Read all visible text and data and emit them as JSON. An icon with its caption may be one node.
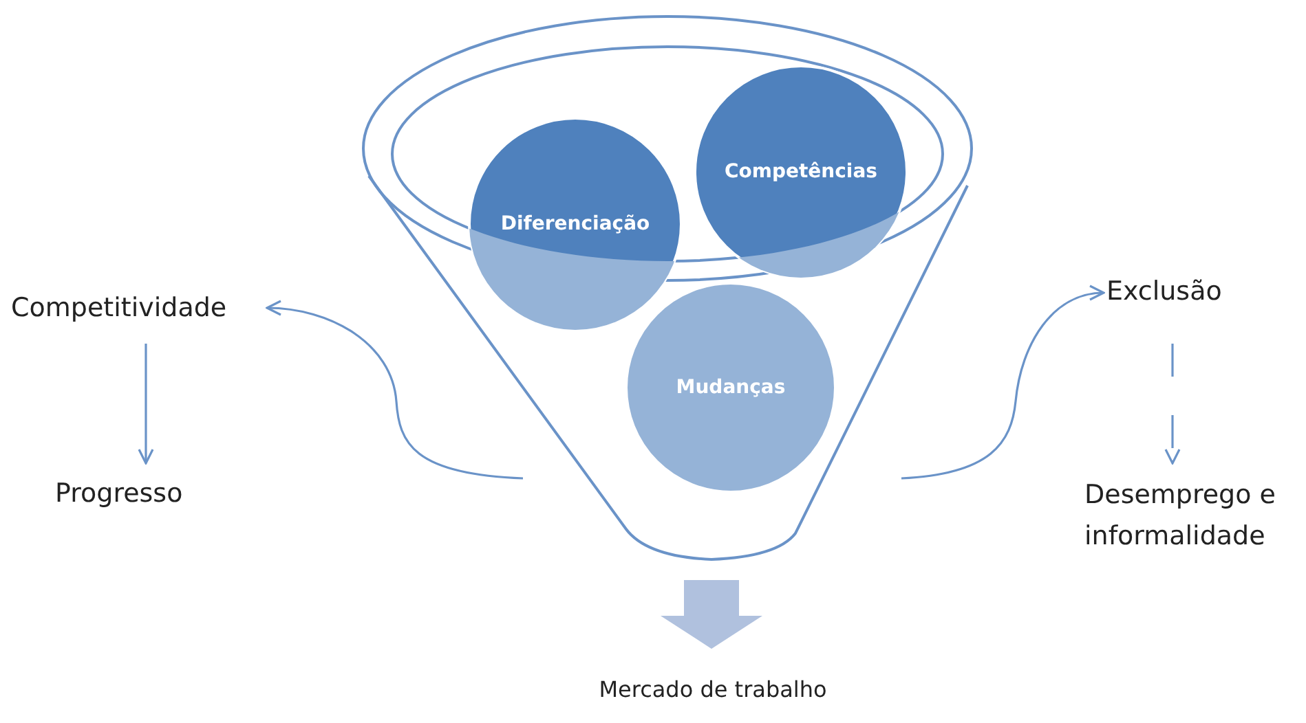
{
  "diagram": {
    "nodes": [
      {
        "text": [],
        "shape": "funnel"
      },
      {
        "text": [
          "Diferenciação"
        ],
        "in": 0
      },
      {
        "text": [
          "Competências"
        ],
        "in": 0
      },
      {
        "text": [
          "Mudanças"
        ],
        "in": 0
      },
      {
        "text": [
          "Competitividade"
        ]
      },
      {
        "text": [
          "Progresso"
        ]
      },
      {
        "text": [
          "Exclusão"
        ]
      },
      {
        "text": [
          "Desemprego e informalidade"
        ]
      },
      {
        "text": [
          "Mercado de trabalho"
        ]
      }
    ],
    "edges": [
      {
        "from": null,
        "to": 4,
        "arrow": "to"
      },
      {
        "from": 4,
        "to": 5,
        "arrow": "to"
      },
      {
        "from": null,
        "to": 6,
        "arrow": "to"
      },
      {
        "from": 6,
        "to": 7,
        "arrow": "to",
        "style": "dashed"
      },
      {
        "from": 0,
        "to": 8,
        "arrow": "to",
        "style": "thick"
      }
    ]
  }
}
